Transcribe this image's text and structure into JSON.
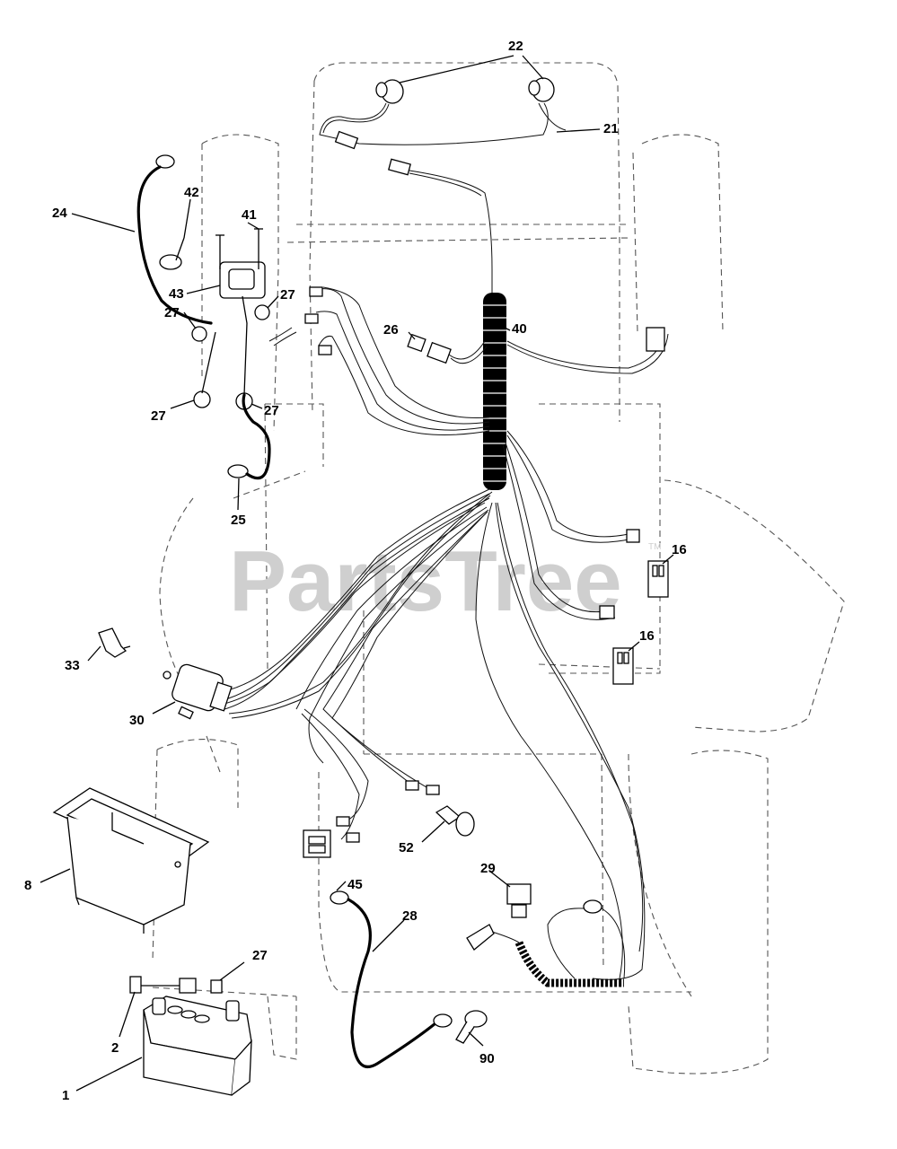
{
  "watermark": {
    "text": "PartsTree",
    "trademark": "TM"
  },
  "callouts": {
    "c22": "22",
    "c21": "21",
    "c24": "24",
    "c42": "42",
    "c41": "41",
    "c43": "43",
    "c27a": "27",
    "c27b": "27",
    "c27c": "27",
    "c27d": "27",
    "c26": "26",
    "c40": "40",
    "c25": "25",
    "c16a": "16",
    "c16b": "16",
    "c33": "33",
    "c30": "30",
    "c8": "8",
    "c52": "52",
    "c29": "29",
    "c45": "45",
    "c28": "28",
    "c27e": "27",
    "c2": "2",
    "c1": "1",
    "c90": "90"
  }
}
